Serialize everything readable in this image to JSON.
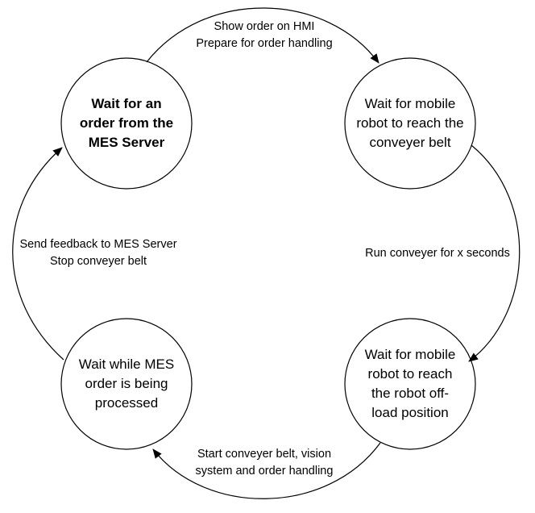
{
  "states": [
    {
      "id": "s1",
      "lines": [
        "Wait for an",
        "order from the",
        "MES Server"
      ],
      "bold": true
    },
    {
      "id": "s2",
      "lines": [
        "Wait for mobile",
        "robot to reach the",
        "conveyer belt"
      ],
      "bold": false
    },
    {
      "id": "s3",
      "lines": [
        "Wait for mobile",
        "robot to reach",
        "the robot off-",
        "load position"
      ],
      "bold": false
    },
    {
      "id": "s4",
      "lines": [
        "Wait while MES",
        "order is being",
        "processed"
      ],
      "bold": false
    }
  ],
  "transitions": [
    {
      "from": "s1",
      "to": "s2",
      "lines": [
        "Show order on HMI",
        "Prepare for order handling"
      ]
    },
    {
      "from": "s2",
      "to": "s3",
      "lines": [
        "Run conveyer for x seconds"
      ]
    },
    {
      "from": "s3",
      "to": "s4",
      "lines": [
        "Start conveyer belt, vision",
        "system and order handling"
      ]
    },
    {
      "from": "s4",
      "to": "s1",
      "lines": [
        "Send feedback to MES Server",
        "Stop conveyer belt"
      ]
    }
  ]
}
